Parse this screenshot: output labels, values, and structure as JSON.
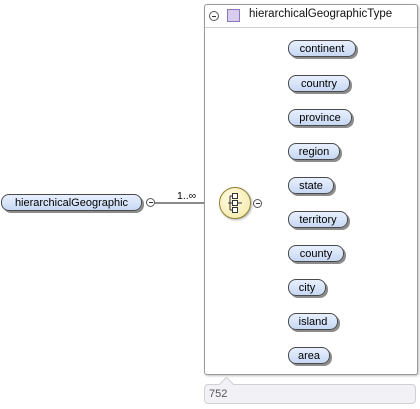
{
  "root": {
    "label": "hierarchicalGeographic"
  },
  "multiplicity": "1..∞",
  "type": {
    "title": "hierarchicalGeographicType"
  },
  "children": [
    {
      "label": "continent"
    },
    {
      "label": "country"
    },
    {
      "label": "province"
    },
    {
      "label": "region"
    },
    {
      "label": "state"
    },
    {
      "label": "territory"
    },
    {
      "label": "county"
    },
    {
      "label": "city"
    },
    {
      "label": "island"
    },
    {
      "label": "area"
    }
  ],
  "footer": {
    "count": "752"
  },
  "colors": {
    "element_fill": "#c7d8f3",
    "sequence_fill": "#f3e7a6",
    "type_icon": "#d9cdef",
    "wire": "#444444"
  }
}
